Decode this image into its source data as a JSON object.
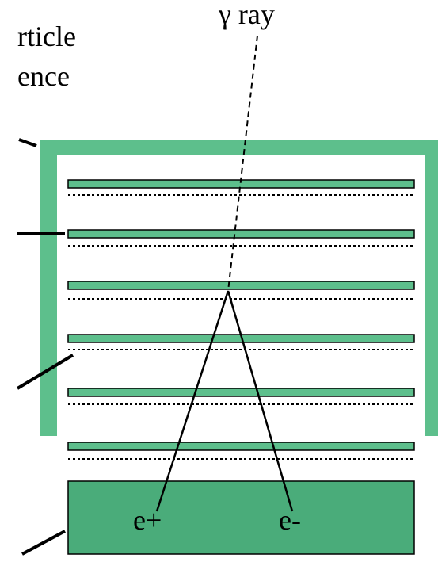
{
  "diagram": {
    "labels": {
      "gamma_ray": "γ ray",
      "cutoff_line1": "rticle",
      "cutoff_line2": "ence",
      "positron": "e+",
      "electron": "e-"
    },
    "colors": {
      "tracker_green": "#5dbf8c",
      "calorimeter_green": "#4aac7a",
      "line": "#000000"
    },
    "tracker_layer_count": 6
  }
}
